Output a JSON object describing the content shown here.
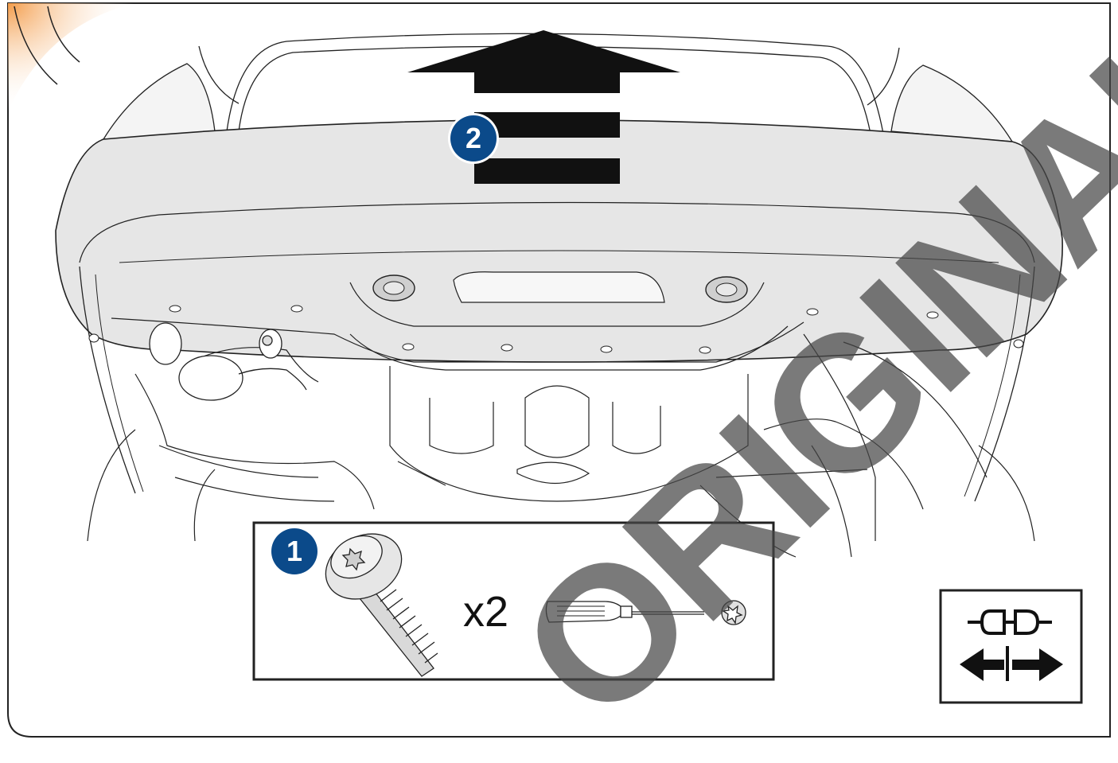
{
  "steps": {
    "step1": "1",
    "step2": "2"
  },
  "parts": {
    "quantity": "x2"
  },
  "watermark": "ORIGINAL",
  "icons": {
    "arrow": "upward-arrow-icon",
    "screw": "torx-screw-icon",
    "screwdriver": "torx-screwdriver-icon",
    "connector": "disconnect-connector-icon"
  },
  "colors": {
    "badge": "#0b4a8a",
    "bumper_fill": "#e6e6e6",
    "corner_accent": "#f39c4a",
    "watermark": "#555555"
  }
}
